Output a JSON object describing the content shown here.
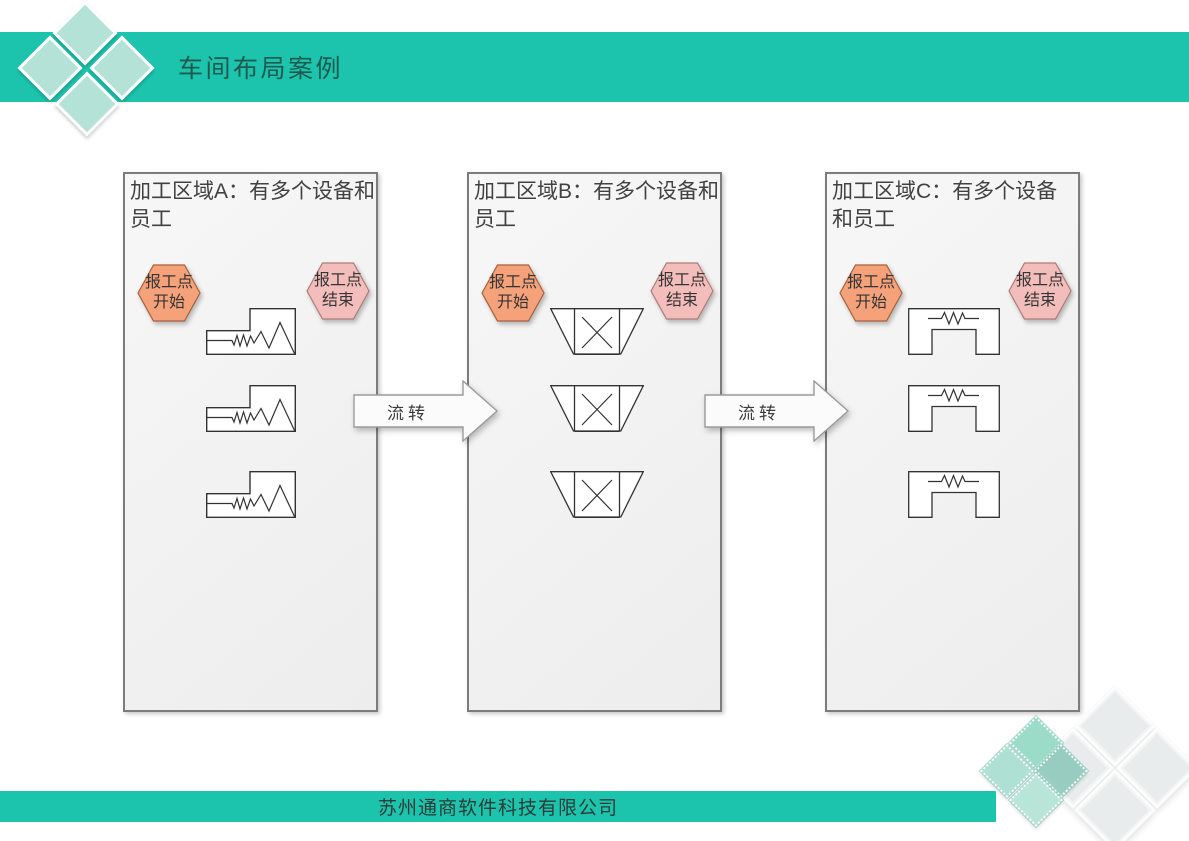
{
  "slide": {
    "header": {
      "title": "车间布局案例"
    },
    "panels": [
      {
        "name": "A",
        "title_line1": "加工区域A：有多个设备和",
        "title_line2": "员工",
        "start_point": {
          "line1": "报工点",
          "line2": "开始"
        },
        "end_point": {
          "line1": "报工点",
          "line2": "结束"
        },
        "machine_type": "lathe-zigzag",
        "machine_count": 3
      },
      {
        "name": "B",
        "title_line1": "加工区域B：有多个设备和",
        "title_line2": "员工",
        "start_point": {
          "line1": "报工点",
          "line2": "开始"
        },
        "end_point": {
          "line1": "报工点",
          "line2": "结束"
        },
        "machine_type": "hopper-with-x",
        "machine_count": 3
      },
      {
        "name": "C",
        "title_line1": "加工区域C：有多个设备",
        "title_line2": "和员工",
        "start_point": {
          "line1": "报工点",
          "line2": "开始"
        },
        "end_point": {
          "line1": "报工点",
          "line2": "结束"
        },
        "machine_type": "notched-block-resistor",
        "machine_count": 3
      }
    ],
    "arrows": [
      {
        "label": "流转"
      },
      {
        "label": "流转"
      }
    ],
    "footer": {
      "company": "苏州通商软件科技有限公司"
    },
    "colors": {
      "accent_teal": "#1cc4ae",
      "decor_green": "#b5e2d7",
      "start_hex_fill": "#f5a27a",
      "start_hex_border": "#a8603c",
      "end_hex_fill": "#f3bdbb",
      "end_hex_border": "#ad7c76"
    }
  }
}
